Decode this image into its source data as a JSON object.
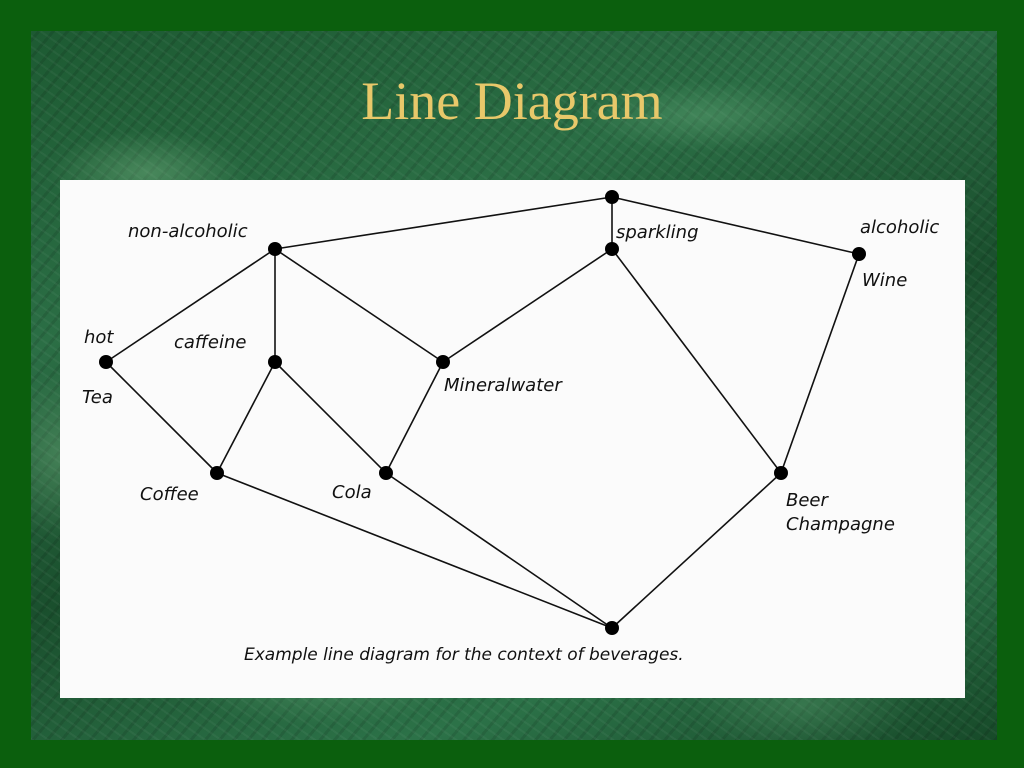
{
  "slide": {
    "title": "Line Diagram",
    "title_color": "#e8c86a",
    "background_color": "#0b5f0d"
  },
  "diagram": {
    "caption": "Example line diagram for the context of beverages.",
    "nodes": [
      {
        "id": "top",
        "labels": []
      },
      {
        "id": "non-alcoholic",
        "labels": [
          "non-alcoholic"
        ]
      },
      {
        "id": "sparkling",
        "labels": [
          "sparkling"
        ]
      },
      {
        "id": "alcoholic",
        "labels": [
          "alcoholic",
          "Wine"
        ]
      },
      {
        "id": "hot",
        "labels": [
          "hot",
          "Tea"
        ]
      },
      {
        "id": "caffeine",
        "labels": [
          "caffeine"
        ]
      },
      {
        "id": "mineralwater",
        "labels": [
          "Mineralwater"
        ]
      },
      {
        "id": "coffee",
        "labels": [
          "Coffee"
        ]
      },
      {
        "id": "cola",
        "labels": [
          "Cola"
        ]
      },
      {
        "id": "beer",
        "labels": [
          "Beer",
          "Champagne"
        ]
      },
      {
        "id": "bottom",
        "labels": []
      }
    ],
    "edges": [
      [
        "top",
        "non-alcoholic"
      ],
      [
        "top",
        "sparkling"
      ],
      [
        "top",
        "alcoholic"
      ],
      [
        "non-alcoholic",
        "hot"
      ],
      [
        "non-alcoholic",
        "caffeine"
      ],
      [
        "non-alcoholic",
        "mineralwater"
      ],
      [
        "sparkling",
        "mineralwater"
      ],
      [
        "sparkling",
        "beer"
      ],
      [
        "alcoholic",
        "beer"
      ],
      [
        "hot",
        "coffee"
      ],
      [
        "caffeine",
        "coffee"
      ],
      [
        "caffeine",
        "cola"
      ],
      [
        "mineralwater",
        "cola"
      ],
      [
        "coffee",
        "bottom"
      ],
      [
        "cola",
        "bottom"
      ],
      [
        "beer",
        "bottom"
      ]
    ]
  }
}
